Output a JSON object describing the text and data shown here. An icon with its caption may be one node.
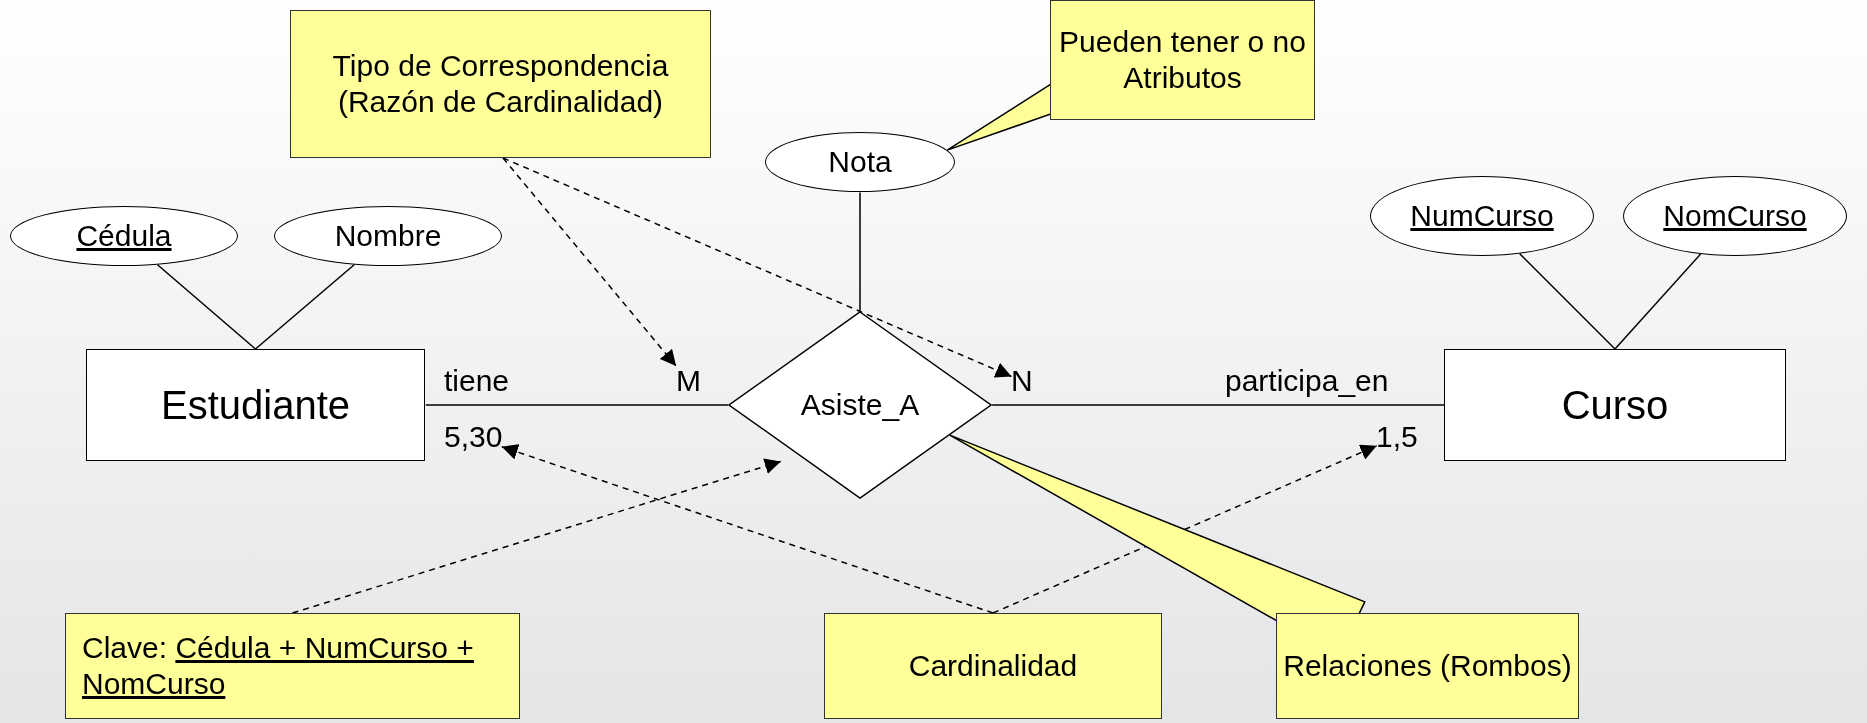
{
  "diagram": {
    "nodes": [
      {
        "text": [
          "Tipo de Correspondencia (Razón de Cardinalidad)"
        ]
      },
      {
        "text": [
          "Pueden tener o no Atributos"
        ]
      },
      {
        "text": [
          "Nota"
        ]
      },
      {
        "text": [
          "Cédula"
        ]
      },
      {
        "text": [
          "Nombre"
        ]
      },
      {
        "text": [
          "NumCurso"
        ]
      },
      {
        "text": [
          "NomCurso"
        ]
      },
      {
        "text": [
          "Estudiante"
        ]
      },
      {
        "text": [
          "M"
        ]
      },
      {
        "text": [
          "Asiste_A"
        ]
      },
      {
        "text": [
          "N"
        ]
      },
      {
        "text": [
          "Curso"
        ]
      },
      {
        "text": [
          "5,30"
        ]
      },
      {
        "text": [
          "1,5"
        ]
      },
      {
        "text": [
          "Clave:",
          "Cédula + NumCurso + NomCurso"
        ]
      },
      {
        "text": [
          "Cardinalidad"
        ]
      },
      {
        "text": [
          "Relaciones (Rombos)"
        ]
      }
    ],
    "edges": [
      {
        "from": 7,
        "to": 9,
        "arrow": "none",
        "label": "tiene"
      },
      {
        "from": 9,
        "to": 11,
        "arrow": "none",
        "label": "participa_en"
      },
      {
        "from": 2,
        "to": 9,
        "arrow": "none"
      },
      {
        "from": 3,
        "to": 7,
        "arrow": "none"
      },
      {
        "from": 4,
        "to": 7,
        "arrow": "none"
      },
      {
        "from": 5,
        "to": 11,
        "arrow": "none"
      },
      {
        "from": 6,
        "to": 11,
        "arrow": "none"
      },
      {
        "from": 0,
        "to": 8,
        "arrow": "to",
        "style": "dashed"
      },
      {
        "from": 0,
        "to": 10,
        "arrow": "to",
        "style": "dashed"
      },
      {
        "from": 15,
        "to": 12,
        "arrow": "to",
        "style": "dashed"
      },
      {
        "from": 15,
        "to": 13,
        "arrow": "to",
        "style": "dashed"
      },
      {
        "from": 14,
        "to": 9,
        "arrow": "to",
        "style": "dashed"
      },
      {
        "from": 1,
        "to": 2,
        "arrow": "none"
      },
      {
        "from": 16,
        "to": 9,
        "arrow": "none"
      }
    ]
  }
}
